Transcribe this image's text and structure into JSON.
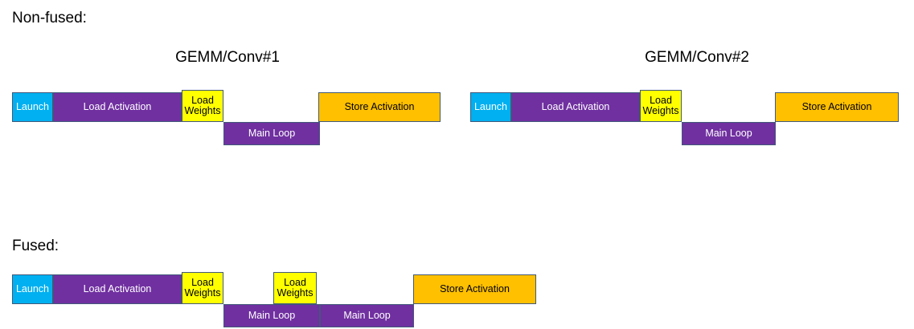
{
  "diagram": {
    "title_nonfused": "Non-fused:",
    "title_fused": "Fused:",
    "colors": {
      "launch": "#00b0f0",
      "load_activation": "#7030a0",
      "load_weights": "#ffff00",
      "main_loop": "#7030a0",
      "store_activation": "#ffc000",
      "border": "#41597a",
      "background": "#ffffff",
      "text_dark": "#000000",
      "text_light": "#ffffff"
    },
    "labels": {
      "launch": "Launch",
      "load_activation": "Load Activation",
      "load_weights": "Load\nWeights",
      "main_loop": "Main Loop",
      "store_activation": "Store Activation"
    },
    "groups": [
      {
        "name": "gemm-conv-1",
        "title": "GEMM/Conv#1"
      },
      {
        "name": "gemm-conv-2",
        "title": "GEMM/Conv#2"
      }
    ],
    "nonfused": {
      "group1": {
        "launch": "Launch",
        "load_activation": "Load Activation",
        "load_weights": "Load\nWeights",
        "main_loop": "Main Loop",
        "store_activation": "Store Activation"
      },
      "group2": {
        "launch": "Launch",
        "load_activation": "Load Activation",
        "load_weights": "Load\nWeights",
        "main_loop": "Main Loop",
        "store_activation": "Store Activation"
      }
    },
    "fused": {
      "launch": "Launch",
      "load_activation": "Load Activation",
      "load_weights_1": "Load\nWeights",
      "load_weights_2": "Load\nWeights",
      "main_loop_1": "Main Loop",
      "main_loop_2": "Main Loop",
      "store_activation": "Store Activation"
    }
  }
}
